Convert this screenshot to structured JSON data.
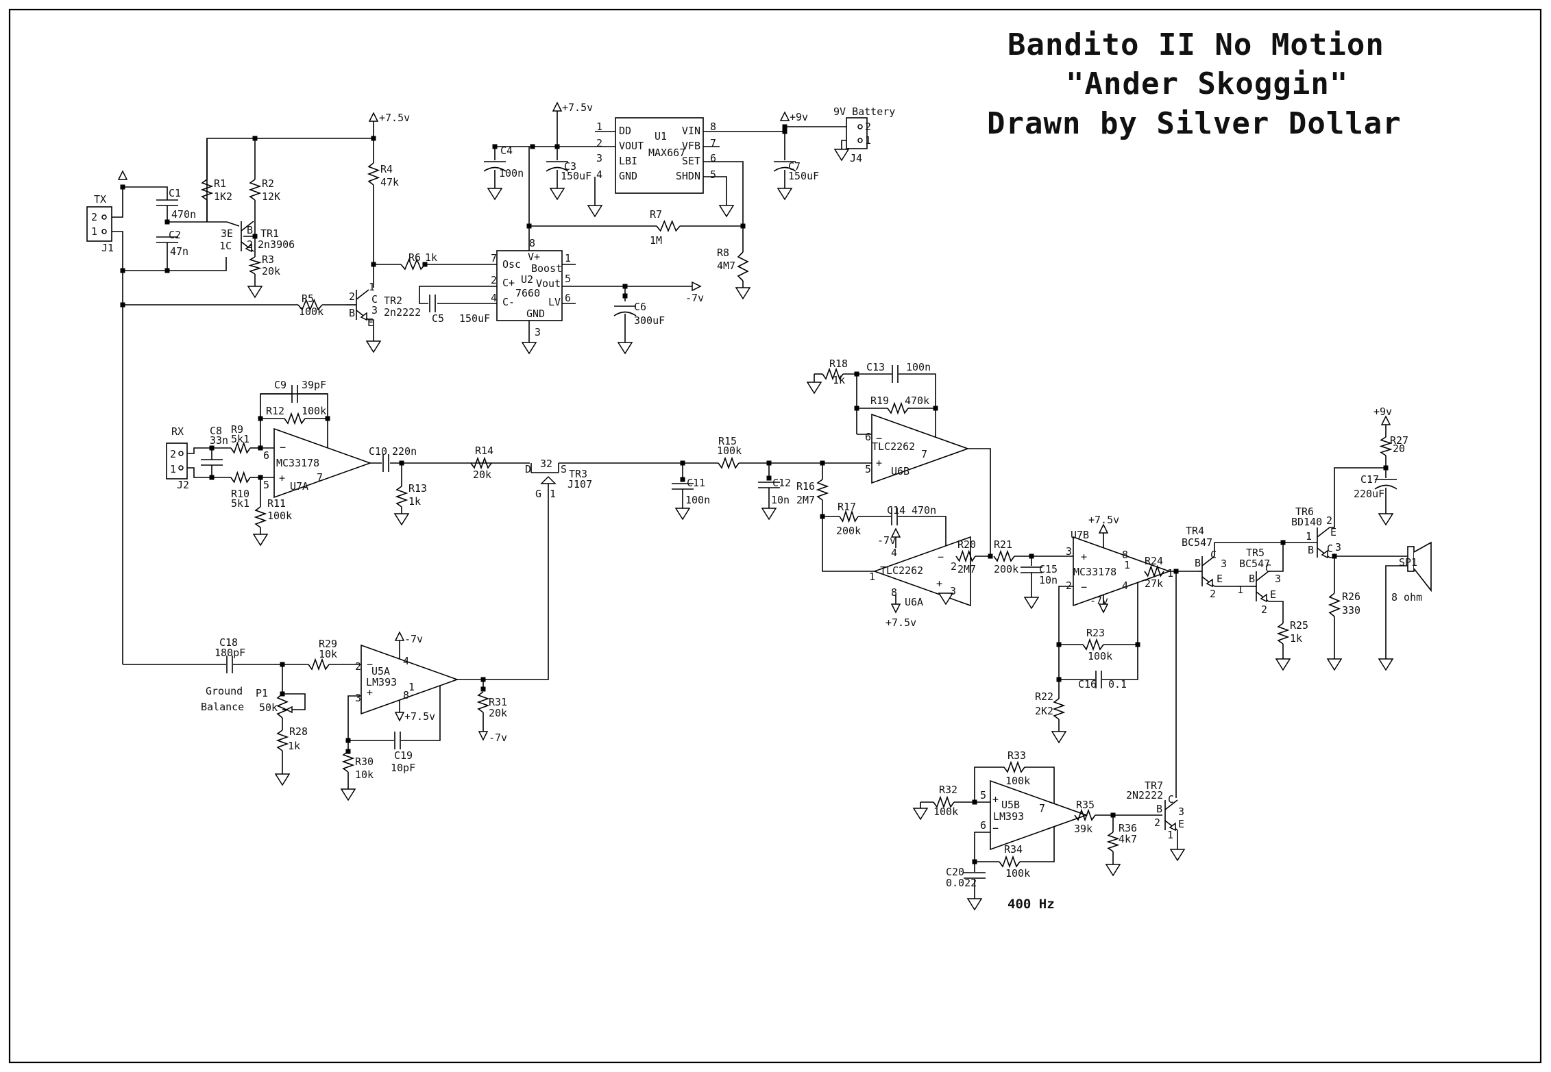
{
  "title": {
    "line1": "Bandito II No Motion",
    "line2": "\"Ander Skoggin\"",
    "line3": "Drawn by Silver Dollar"
  },
  "annotation": {
    "frequency": "400 Hz",
    "ground_balance_1": "Ground",
    "ground_balance_2": "Balance"
  },
  "rails": {
    "p75": "+7.5v",
    "p9": "+9v",
    "m7": "-7v"
  },
  "connectors": {
    "J1": {
      "ref": "J1",
      "name": "TX",
      "pins": [
        "2",
        "1"
      ]
    },
    "J2": {
      "ref": "J2",
      "name": "RX",
      "pins": [
        "2",
        "1"
      ]
    },
    "J4": {
      "ref": "J4",
      "name": "9V Battery",
      "pins": [
        "2",
        "1"
      ]
    },
    "SP1": {
      "ref": "SP1",
      "value": "8 ohm"
    }
  },
  "resistors": {
    "R1": {
      "ref": "R1",
      "value": "1K2"
    },
    "R2": {
      "ref": "R2",
      "value": "12K"
    },
    "R3": {
      "ref": "R3",
      "value": "20k"
    },
    "R4": {
      "ref": "R4",
      "value": "47k"
    },
    "R5": {
      "ref": "R5",
      "value": "100k"
    },
    "R6": {
      "ref": "R6",
      "value": "1k"
    },
    "R7": {
      "ref": "R7",
      "value": "1M"
    },
    "R8": {
      "ref": "R8",
      "value": "4M7"
    },
    "R9": {
      "ref": "R9",
      "value": "5k1"
    },
    "R10": {
      "ref": "R10",
      "value": "5k1"
    },
    "R11": {
      "ref": "R11",
      "value": "100k"
    },
    "R12": {
      "ref": "R12",
      "value": "100k"
    },
    "R13": {
      "ref": "R13",
      "value": "1k"
    },
    "R14": {
      "ref": "R14",
      "value": "20k"
    },
    "R15": {
      "ref": "R15",
      "value": "100k"
    },
    "R16": {
      "ref": "R16",
      "value": "2M7"
    },
    "R17": {
      "ref": "R17",
      "value": "200k"
    },
    "R18": {
      "ref": "R18",
      "value": "1k"
    },
    "R19": {
      "ref": "R19",
      "value": "470k"
    },
    "R20": {
      "ref": "R20",
      "value": "2M7"
    },
    "R21": {
      "ref": "R21",
      "value": "200k"
    },
    "R22": {
      "ref": "R22",
      "value": "2K2"
    },
    "R23": {
      "ref": "R23",
      "value": "100k"
    },
    "R24": {
      "ref": "R24",
      "value": "27k"
    },
    "R25": {
      "ref": "R25",
      "value": "1k"
    },
    "R26": {
      "ref": "R26",
      "value": "330"
    },
    "R27": {
      "ref": "R27",
      "value": "20"
    },
    "R28": {
      "ref": "R28",
      "value": "1k"
    },
    "R29": {
      "ref": "R29",
      "value": "10k"
    },
    "R30": {
      "ref": "R30",
      "value": "10k"
    },
    "R31": {
      "ref": "R31",
      "value": "20k"
    },
    "R32": {
      "ref": "R32",
      "value": "100k"
    },
    "R33": {
      "ref": "R33",
      "value": "100k"
    },
    "R34": {
      "ref": "R34",
      "value": "100k"
    },
    "R35": {
      "ref": "R35",
      "value": "39k"
    },
    "R36": {
      "ref": "R36",
      "value": "4k7"
    },
    "P1": {
      "ref": "P1",
      "value": "50k"
    }
  },
  "capacitors": {
    "C1": {
      "ref": "C1",
      "value": "470n"
    },
    "C2": {
      "ref": "C2",
      "value": "47n"
    },
    "C3": {
      "ref": "C3",
      "value": "150uF"
    },
    "C4": {
      "ref": "C4",
      "value": "100n"
    },
    "C5": {
      "ref": "C5",
      "value": "150uF"
    },
    "C6": {
      "ref": "C6",
      "value": "300uF"
    },
    "C7": {
      "ref": "C7",
      "value": "150uF"
    },
    "C8": {
      "ref": "C8",
      "value": "33n"
    },
    "C9": {
      "ref": "C9",
      "value": "39pF"
    },
    "C10": {
      "ref": "C10",
      "value": "220n"
    },
    "C11": {
      "ref": "C11",
      "value": "100n"
    },
    "C12": {
      "ref": "C12",
      "value": "10n"
    },
    "C13": {
      "ref": "C13",
      "value": "100n"
    },
    "C14": {
      "ref": "C14",
      "value": "470n"
    },
    "C15": {
      "ref": "C15",
      "value": "10n"
    },
    "C16": {
      "ref": "C16",
      "value": "0.1"
    },
    "C17": {
      "ref": "C17",
      "value": "220uF"
    },
    "C18": {
      "ref": "C18",
      "value": "180pF"
    },
    "C19": {
      "ref": "C19",
      "value": "10pF"
    },
    "C20": {
      "ref": "C20",
      "value": "0.022"
    }
  },
  "transistors": {
    "TR1": {
      "ref": "TR1",
      "part": "2n3906"
    },
    "TR2": {
      "ref": "TR2",
      "part": "2n2222"
    },
    "TR3": {
      "ref": "TR3",
      "part": "J107"
    },
    "TR4": {
      "ref": "TR4",
      "part": "BC547"
    },
    "TR5": {
      "ref": "TR5",
      "part": "BC547"
    },
    "TR6": {
      "ref": "TR6",
      "part": "BD140"
    },
    "TR7": {
      "ref": "TR7",
      "part": "2N2222"
    }
  },
  "ics": {
    "U1": {
      "ref": "U1",
      "part": "MAX667",
      "pins_left": [
        "DD",
        "VOUT",
        "LBI",
        "GND"
      ],
      "pins_right": [
        "VIN",
        "VFB",
        "SET",
        "SHDN"
      ]
    },
    "U2": {
      "ref": "U2",
      "part": "7660",
      "pins": [
        "Osc",
        "V+",
        "Boost",
        "C+",
        "Vout",
        "C-",
        "LV",
        "GND"
      ]
    },
    "U5A": {
      "ref": "U5A",
      "part": "LM393"
    },
    "U5B": {
      "ref": "U5B",
      "part": "LM393"
    },
    "U6A": {
      "ref": "U6A",
      "part": "TLC2262"
    },
    "U6B": {
      "ref": "U6B",
      "part": "TLC2262"
    },
    "U7A": {
      "ref": "U7A",
      "part": "MC33178"
    },
    "U7B": {
      "ref": "U7B",
      "part": "MC33178"
    }
  }
}
